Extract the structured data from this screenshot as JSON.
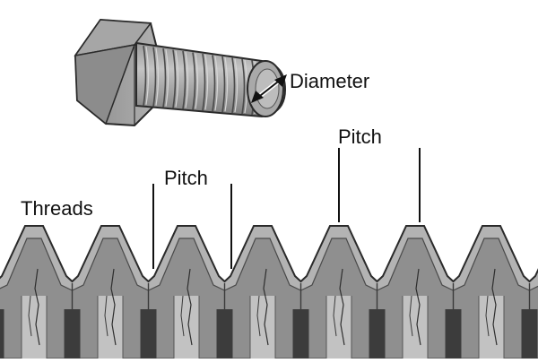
{
  "labels": {
    "diameter": "Diameter",
    "pitch_small": "Pitch",
    "pitch_large": "Pitch",
    "threads": "Threads"
  },
  "colors": {
    "metal_light": "#b3b3b3",
    "metal_mid": "#8f8f8f",
    "metal_dark": "#6e6e6e",
    "shadow": "#3c3c3c",
    "outline": "#2a2a2a"
  },
  "icons": [
    "hex-bolt-icon",
    "double-arrow-icon"
  ]
}
